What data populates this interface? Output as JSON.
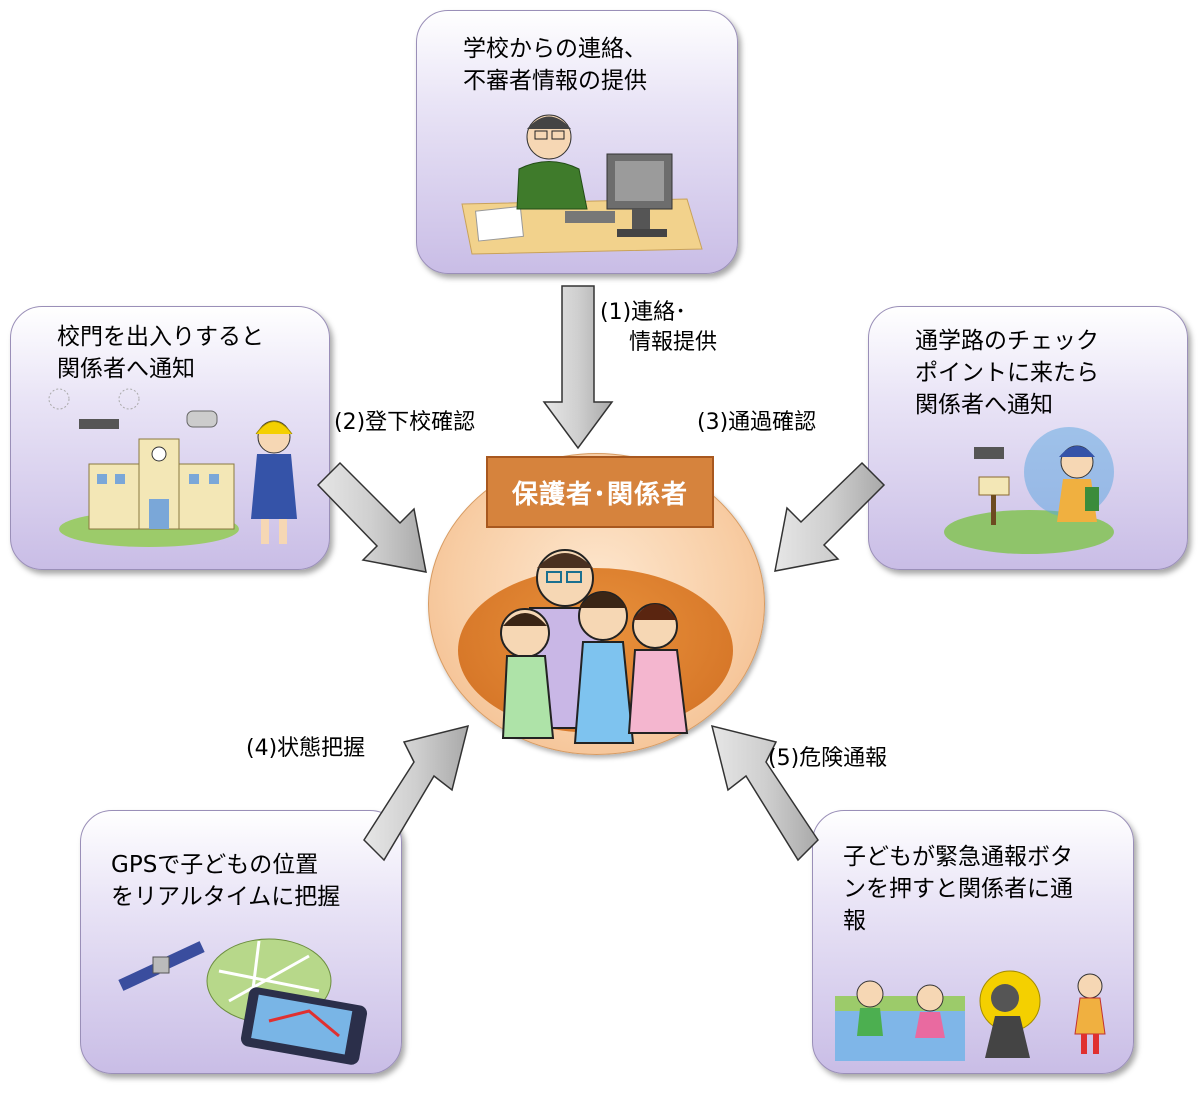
{
  "center": {
    "title": "保護者･関係者"
  },
  "boxes": {
    "top": "学校からの連絡、\n不審者情報の提供",
    "left": "校門を出入りすると\n関係者へ通知",
    "right": "通学路のチェック\nポイントに来たら\n関係者へ通知",
    "bottom_left": "GPSで子どもの位置\nをリアルタイムに把握",
    "bottom_right": "子どもが緊急通報ボタ\nンを押すと関係者に通\n報"
  },
  "steps": {
    "s1": "(1)連絡･\n　 情報提供",
    "s2": "(2)登下校確認",
    "s3": "(3)通過確認",
    "s4": "(4)状態把握",
    "s5": "(5)危険通報"
  },
  "colors": {
    "box_bg": "#d9d0f0",
    "center_title_bg": "#d6833d",
    "arrow_fill": "#c8c8c8"
  },
  "icons": {
    "teacher": "teacher-at-computer-icon",
    "school": "school-building-icon",
    "family": "family-icon",
    "checkpoint": "checkpoint-child-icon",
    "gps": "gps-satellite-map-icon",
    "emergency": "emergency-children-icon"
  }
}
